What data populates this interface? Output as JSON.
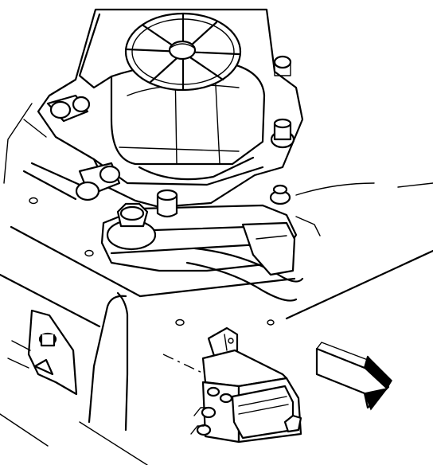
{
  "figure": {
    "colors": {
      "line": "#000000",
      "background": "#ffffff"
    },
    "parts": [
      {
        "id": "air-cleaner-housing",
        "icon": "air-cleaner-icon"
      },
      {
        "id": "throttle-body",
        "icon": "throttle-body-icon"
      },
      {
        "id": "mounting-bracket",
        "icon": "bracket-icon"
      },
      {
        "id": "relay-module",
        "icon": "relay-module-icon"
      },
      {
        "id": "vacuum-hose",
        "icon": "hose-icon"
      },
      {
        "id": "wire-harness",
        "icon": "wire-icon"
      }
    ],
    "direction_arrow": {
      "icon": "front-direction-arrow-icon"
    }
  }
}
